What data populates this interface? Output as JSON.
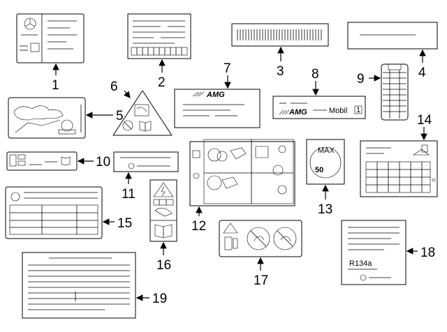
{
  "callouts": [
    "1",
    "2",
    "3",
    "4",
    "5",
    "6",
    "7",
    "8",
    "9",
    "10",
    "11",
    "12",
    "13",
    "14",
    "15",
    "16",
    "17",
    "18",
    "19"
  ],
  "label_text": {
    "amg": "AMG",
    "mobil": "Mobil",
    "mobil_box": "1",
    "max": "MAX",
    "speed": "50",
    "refrigerant": "R134a"
  },
  "icons": [
    "mercedes-star-icon",
    "warning-triangle-icon",
    "book-icon",
    "no-entry-icon",
    "electric-warning-icon",
    "speed-limit-icon",
    "car-icon"
  ]
}
